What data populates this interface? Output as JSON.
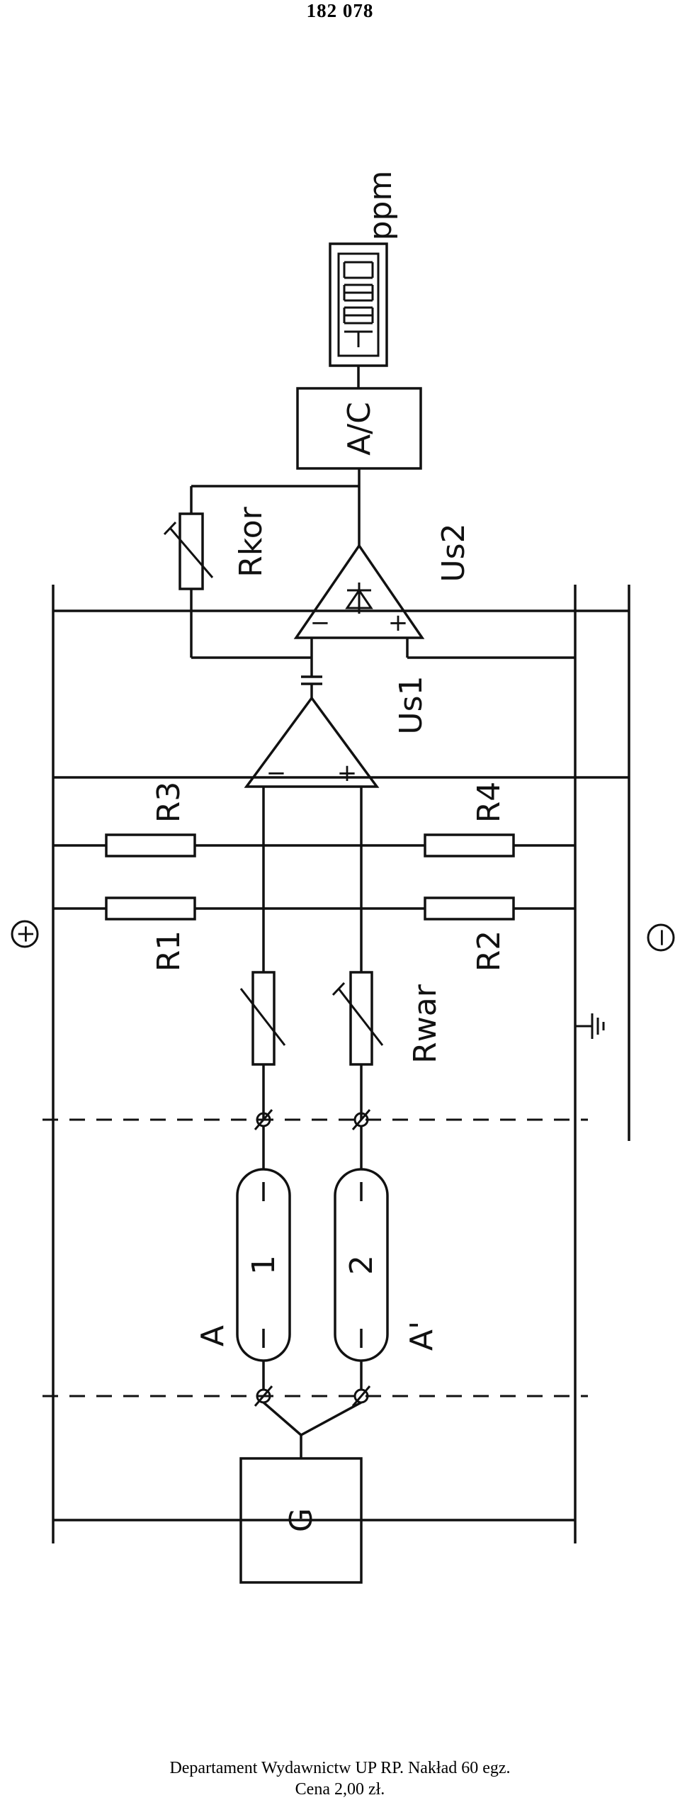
{
  "page_number": "182 078",
  "labels": {
    "ppm": "ppm",
    "ac": "A/C",
    "rkor": "Rkor",
    "us2": "Us2",
    "us1": "Us1",
    "r1": "R1",
    "r2": "R2",
    "r3": "R3",
    "r4": "R4",
    "rwar": "Rwar",
    "a": "A",
    "a_prime": "A'",
    "cell1": "1",
    "cell2": "2",
    "g": "G",
    "plus_rail": "+",
    "minus_rail": "−",
    "op_minus": "−",
    "op_plus": "+"
  },
  "footer": {
    "line1": "Departament Wydawnictw UP RP. Nakład 60 egz.",
    "line2": "Cena 2,00 zł."
  }
}
